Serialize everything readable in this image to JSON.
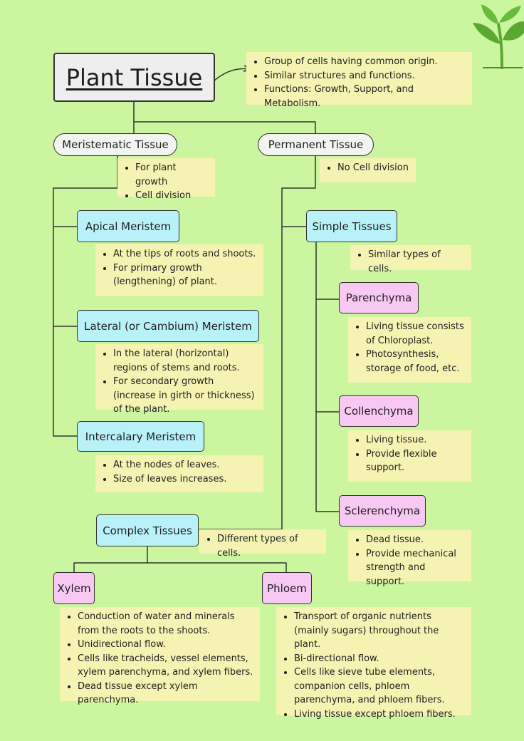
{
  "title": "Plant Tissue",
  "intro_points": [
    "Group of cells having common origin.",
    "Similar structures and functions.",
    "Functions: Growth, Support, and Metabolism."
  ],
  "meristematic": {
    "label": "Meristematic Tissue",
    "points": [
      "For plant growth",
      "Cell division"
    ],
    "apical": {
      "label": "Apical Meristem",
      "points": [
        "At the tips of roots and shoots.",
        "For primary growth (lengthening) of plant."
      ]
    },
    "lateral": {
      "label": "Lateral (or Cambium) Meristem",
      "points": [
        "In the lateral (horizontal) regions of stems and roots.",
        "For secondary growth (increase in girth or thickness) of the plant."
      ]
    },
    "intercalary": {
      "label": "Intercalary Meristem",
      "points": [
        "At the nodes of leaves.",
        "Size of leaves increases."
      ]
    }
  },
  "permanent": {
    "label": "Permanent Tissue",
    "points": [
      "No Cell division"
    ],
    "simple": {
      "label": "Simple Tissues",
      "points": [
        "Similar types of cells."
      ]
    },
    "parenchyma": {
      "label": "Parenchyma",
      "points": [
        "Living tissue consists of Chloroplast.",
        "Photosynthesis, storage of food, etc."
      ]
    },
    "collenchyma": {
      "label": "Collenchyma",
      "points": [
        "Living tissue.",
        "Provide flexible support."
      ]
    },
    "sclerenchyma": {
      "label": "Sclerenchyma",
      "points": [
        "Dead tissue.",
        "Provide mechanical strength and support."
      ]
    },
    "complex": {
      "label": "Complex Tissues",
      "points": [
        "Different types of cells."
      ]
    },
    "xylem": {
      "label": "Xylem",
      "points": [
        "Conduction of water and minerals from the roots to the shoots.",
        "Unidirectional flow.",
        "Cells like tracheids, vessel elements, xylem parenchyma, and xylem fibers.",
        "Dead tissue except xylem parenchyma."
      ]
    },
    "phloem": {
      "label": "Phloem",
      "points": [
        "Transport of organic nutrients (mainly sugars) throughout the plant.",
        "Bi-directional flow.",
        "Cells like sieve tube elements, companion cells, phloem parenchyma, and phloem fibers.",
        "Living tissue except phloem fibers."
      ]
    }
  },
  "colors": {
    "background": "#ccf5a0",
    "note": "#f5f3b2",
    "cyan_box": "#b8f2f8",
    "pink_box": "#f7c8f2",
    "line": "#333333",
    "sprout": "#5aa832"
  },
  "icons": [
    "plant-sprout-icon",
    "arrow-icon"
  ]
}
